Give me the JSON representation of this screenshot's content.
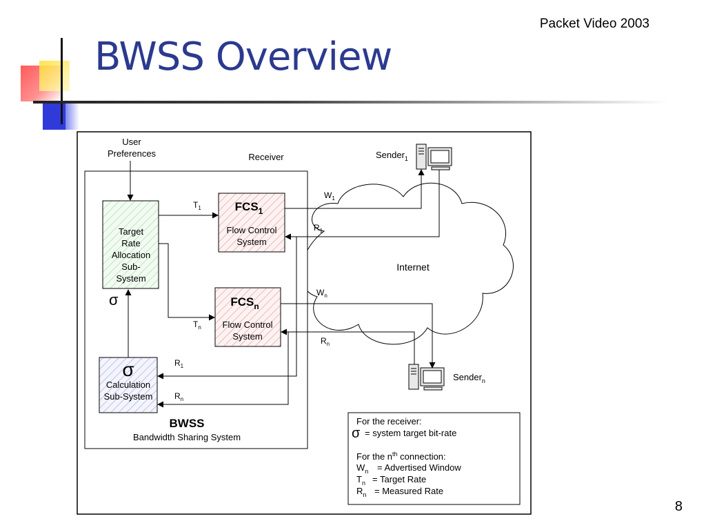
{
  "header": {
    "conference": "Packet Video 2003"
  },
  "slide": {
    "title": "BWSS Overview",
    "page_number": "8"
  },
  "diagram": {
    "user_pref_line1": "User",
    "user_pref_line2": "Preferences",
    "receiver_label": "Receiver",
    "sender1_label": "Sender",
    "sender1_sub": "1",
    "sendern_label": "Sender",
    "sendern_sub": "n",
    "internet_label": "Internet",
    "tra_lines": [
      "Target",
      "Rate",
      "Allocation",
      "Sub-",
      "System"
    ],
    "sigma": "σ",
    "calc_lines": [
      "Calculation",
      "Sub-System"
    ],
    "fcs1_main": "FCS",
    "fcs1_sub": "1",
    "fcsn_main": "FCS",
    "fcsn_sub": "n",
    "fcs_desc_line1": "Flow Control",
    "fcs_desc_line2": "System",
    "t1_main": "T",
    "t1_sub": "1",
    "tn_main": "T",
    "tn_sub": "n",
    "w1_main": "W",
    "w1_sub": "1",
    "r1_main": "R",
    "r1_sub": "1",
    "wn_main": "W",
    "wn_sub": "n",
    "rn_main": "R",
    "rn_sub": "n",
    "calc_r1_main": "R",
    "calc_r1_sub": "1",
    "calc_rn_main": "R",
    "calc_rn_sub": "n",
    "bwss_title": "BWSS",
    "bwss_subtitle": "Bandwidth Sharing System"
  },
  "legend": {
    "receiver_heading": "For the receiver:",
    "sigma_def": "= system target bit-rate",
    "conn_heading_pre": "For the n",
    "conn_heading_sup": "th",
    "conn_heading_post": " connection:",
    "w_main": "W",
    "w_sub": "n",
    "w_def": "=  Advertised Window",
    "t_main": "T",
    "t_sub": "n",
    "t_def": "=  Target Rate",
    "r_main": "R",
    "r_sub": "n",
    "r_def": "=  Measured Rate"
  },
  "colors": {
    "title": "#2b3a8f",
    "fcs_hatch": "#e8a0a0",
    "tra_hatch": "#a8dca8",
    "calc_hatch": "#a8b0e0"
  }
}
